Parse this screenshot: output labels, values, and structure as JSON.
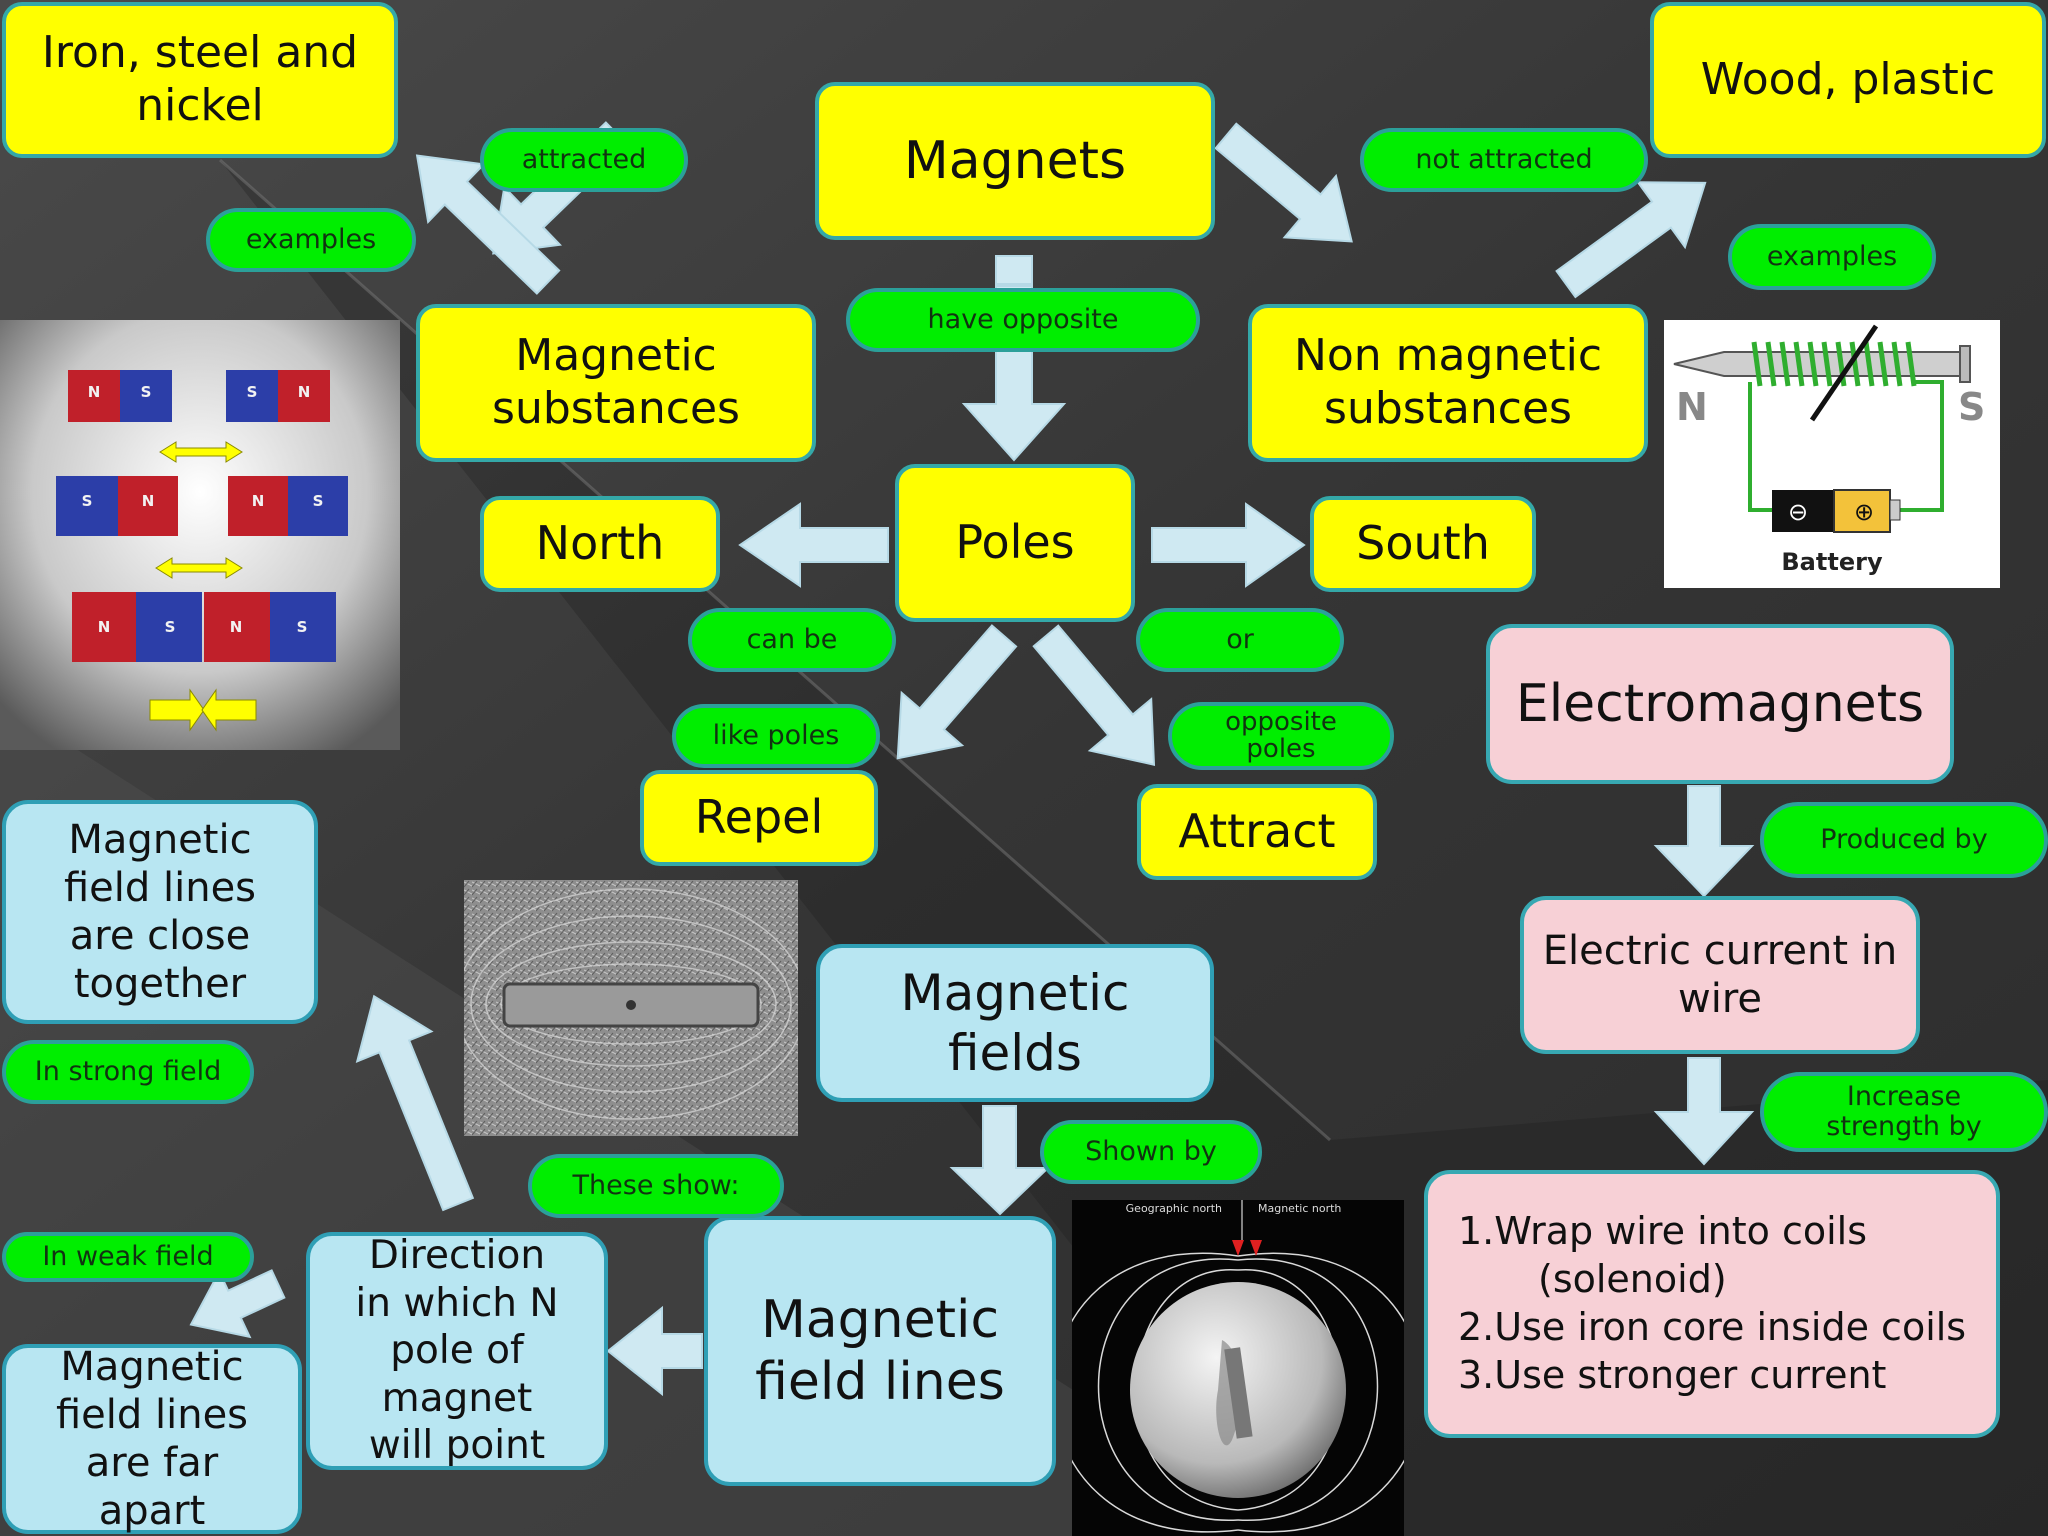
{
  "nodes": {
    "iron_steel_nickel": "Iron, steel and nickel",
    "wood_plastic": "Wood, plastic",
    "magnets": "Magnets",
    "magnetic_substances": "Magnetic substances",
    "non_magnetic_substances": "Non magnetic substances",
    "poles": "Poles",
    "north": "North",
    "south": "South",
    "repel": "Repel",
    "attract": "Attract",
    "electromagnets": "Electromagnets",
    "electric_current": "Electric current in wire",
    "increase_list": [
      "1.Wrap wire into coils",
      "(solenoid)",
      "2.Use iron core inside coils",
      "3.Use stronger current"
    ],
    "field_lines_close": "Magnetic field lines are close together",
    "magnetic_fields": "Magnetic fields",
    "magnetic_field_lines": "Magnetic field lines",
    "direction_n_pole": "Direction in which N pole of magnet will point",
    "field_lines_far": "Magnetic field lines are far apart"
  },
  "labels": {
    "attracted": "attracted",
    "examples_left": "examples",
    "not_attracted": "not attracted",
    "examples_right": "examples",
    "have_opposite": "have opposite",
    "can_be": "can be",
    "or": "or",
    "like_poles": "like poles",
    "opposite_poles": "opposite poles",
    "produced_by": "Produced by",
    "increase_strength_by": "Increase strength by",
    "shown_by": "Shown by",
    "these_show": "These show:",
    "in_strong_field": "In strong field",
    "in_weak_field": "In weak field"
  },
  "images": {
    "bar_magnets": {
      "pole_letters": [
        "N",
        "S",
        "S",
        "N",
        "S",
        "N",
        "N",
        "S",
        "N",
        "S",
        "N",
        "S"
      ]
    },
    "electromagnet": {
      "left_pole": "N",
      "right_pole": "S",
      "battery_label": "Battery",
      "minus": "⊖",
      "plus": "⊕"
    },
    "earth": {
      "geographic_north": "Geographic north",
      "magnetic_north": "Magnetic north"
    }
  },
  "colors": {
    "background": "#3b3b3b",
    "node_yellow": "#ffff00",
    "node_blue": "#b8e6f2",
    "node_pink": "#f7d0d6",
    "label_green": "#00ee00",
    "arrow": "#cfe9f2",
    "border_teal": "#2f9fb5"
  }
}
